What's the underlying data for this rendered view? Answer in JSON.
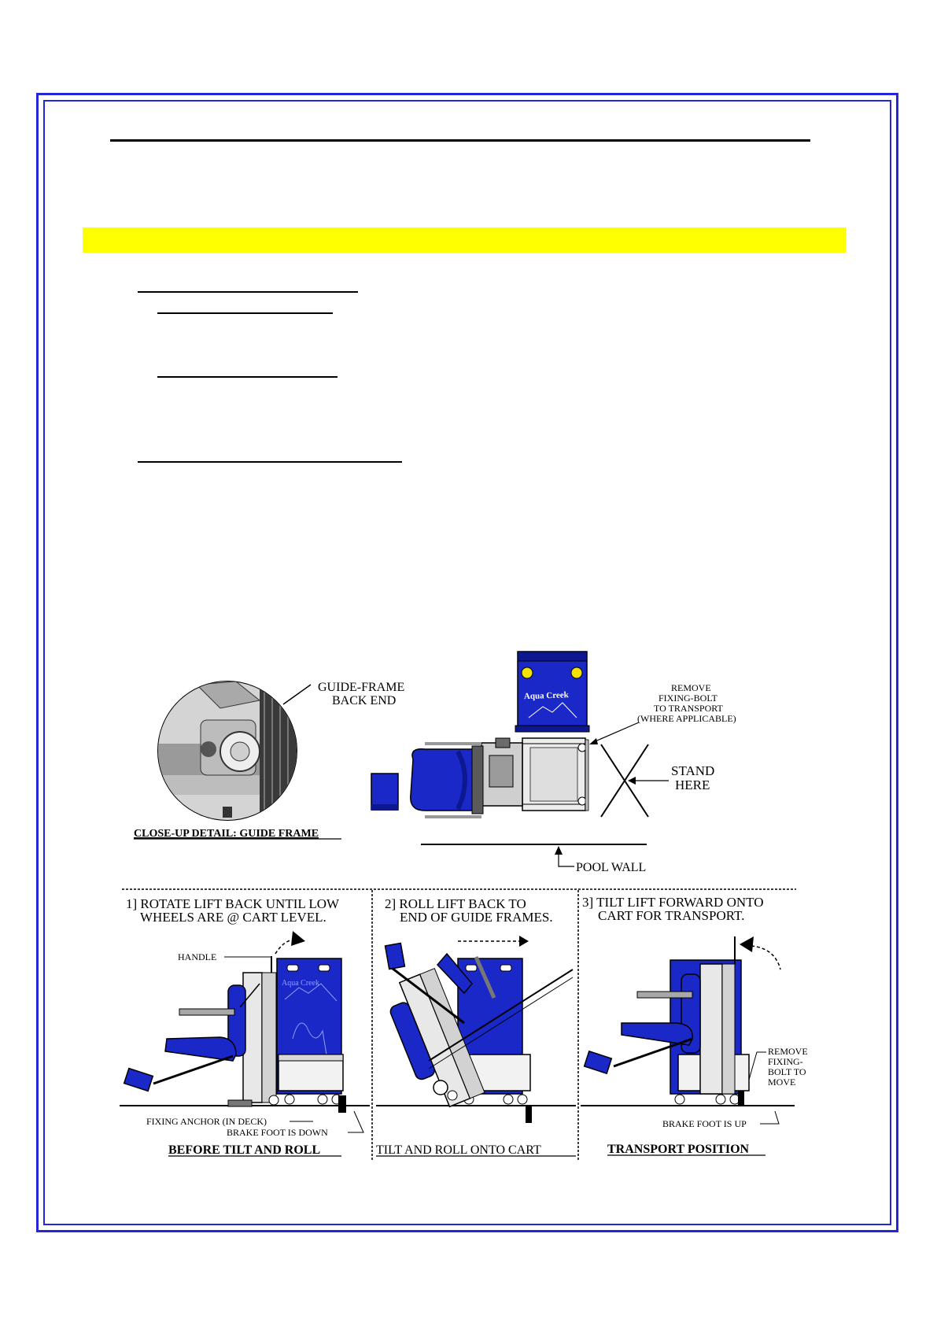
{
  "palette": {
    "frame_blue": "#2626d6",
    "highlight_yellow": "#ffff00",
    "lift_blue": "#1a28c8",
    "metal_gray": "#c8c8c8"
  },
  "figure": {
    "closeup_caption": "CLOSE-UP DETAIL: GUIDE FRAME",
    "guide_frame_label": [
      "GUIDE-FRAME",
      "BACK END"
    ],
    "remove_bolt_label": [
      "REMOVE",
      "FIXING-BOLT",
      "TO TRANSPORT",
      "(WHERE APPLICABLE)"
    ],
    "stand_here_label": [
      "STAND",
      "HERE"
    ],
    "pool_wall_label": "POOL WALL",
    "brand": "Aqua Creek"
  },
  "steps": [
    {
      "heading": [
        "1] ROTATE LIFT BACK UNTIL LOW",
        "WHEELS ARE @ CART LEVEL."
      ],
      "caption": "BEFORE TILT AND ROLL",
      "labels": {
        "handle": "HANDLE",
        "fixing_anchor": "FIXING ANCHOR (IN DECK)",
        "brake_foot": "BRAKE FOOT IS DOWN"
      }
    },
    {
      "heading": [
        "2] ROLL LIFT BACK TO",
        "END OF GUIDE FRAMES."
      ],
      "caption": "TILT AND ROLL ONTO CART"
    },
    {
      "heading": [
        "3] TILT LIFT FORWARD ONTO",
        "CART FOR TRANSPORT."
      ],
      "caption": "TRANSPORT POSITION",
      "labels": {
        "remove_bolt": [
          "REMOVE",
          "FIXING-",
          "BOLT TO",
          "MOVE"
        ],
        "brake_foot": "BRAKE FOOT IS UP"
      }
    }
  ]
}
